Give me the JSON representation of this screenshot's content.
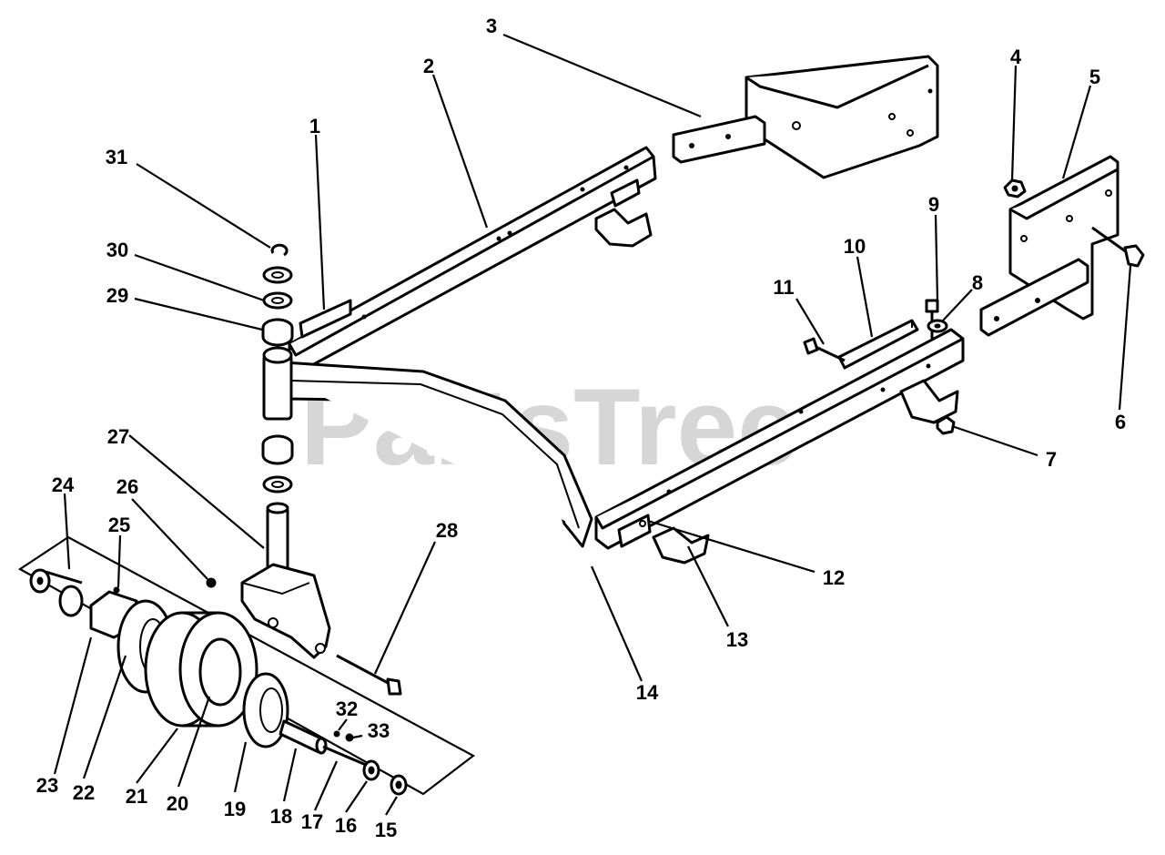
{
  "watermark": {
    "text": "PartsTree",
    "mark": "™"
  },
  "callouts": [
    {
      "id": "1"
    },
    {
      "id": "2"
    },
    {
      "id": "3"
    },
    {
      "id": "4"
    },
    {
      "id": "5"
    },
    {
      "id": "6"
    },
    {
      "id": "7"
    },
    {
      "id": "8"
    },
    {
      "id": "9"
    },
    {
      "id": "10"
    },
    {
      "id": "11"
    },
    {
      "id": "12"
    },
    {
      "id": "13"
    },
    {
      "id": "14"
    },
    {
      "id": "15"
    },
    {
      "id": "16"
    },
    {
      "id": "17"
    },
    {
      "id": "18"
    },
    {
      "id": "19"
    },
    {
      "id": "20"
    },
    {
      "id": "21"
    },
    {
      "id": "22"
    },
    {
      "id": "23"
    },
    {
      "id": "24"
    },
    {
      "id": "25"
    },
    {
      "id": "26"
    },
    {
      "id": "27"
    },
    {
      "id": "28"
    },
    {
      "id": "29"
    },
    {
      "id": "30"
    },
    {
      "id": "31"
    },
    {
      "id": "32"
    },
    {
      "id": "33"
    }
  ]
}
